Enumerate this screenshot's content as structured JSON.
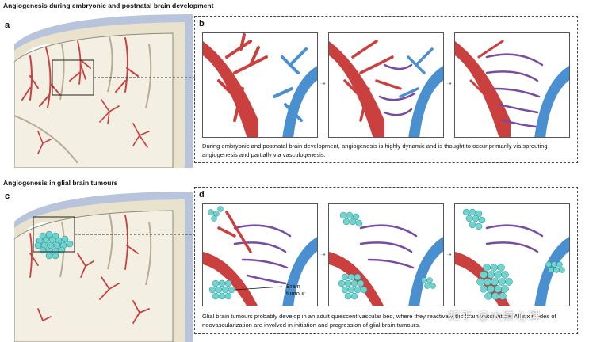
{
  "top": {
    "title": "Angiogenesis during embryonic and postnatal brain development",
    "panel_a": "a",
    "panel_b": "b",
    "caption_b": "During embryonic and postnatal brain development, angiogenesis is highly dynamic and is thought to occur primarily via sprouting angiogenesis and partially via vasculogenesis."
  },
  "bottom": {
    "title": "Angiogenesis in glial brain tumours",
    "panel_c": "c",
    "panel_d": "d",
    "tumour_label_1": "Brain",
    "tumour_label_2": "tumour",
    "caption_d": "Glial brain tumours probably develop in an adult quiescent vascular bed, where they reactivate the brain vasculature. All six modes of neovascularization are involved in initiation and progression of glial brain tumours."
  },
  "watermark": "知乎 @大脑心理",
  "colors": {
    "artery": "#c9403f",
    "vein": "#4a90d0",
    "capillary": "#7a4aa0",
    "tumour": "#6fd3d0",
    "brain": "#f3efe3",
    "skull": "#b8c3dc"
  }
}
